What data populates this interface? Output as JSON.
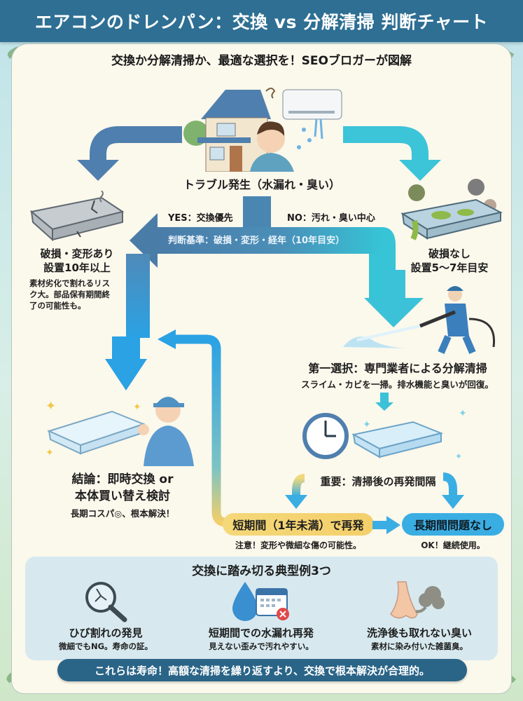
{
  "header": {
    "title": "エアコンのドレンパン：交換 vs 分解清掃 判断チャート",
    "subtitle": "交換か分解清掃か、最適な選択を！SEOブロガーが図解"
  },
  "start": {
    "label": "トラブル発生（水漏れ・臭い）"
  },
  "decision": {
    "yes_label": "YES：交換優先",
    "no_label": "NO：汚れ・臭い中心",
    "criteria": "判断基準：破損・変形・経年（10年目安）"
  },
  "left_branch": {
    "title_line1": "破損・変形あり",
    "title_line2": "設置10年以上",
    "note_line1": "素材劣化で割れるリス",
    "note_line2": "ク大。部品保有期間終",
    "note_line3": "了の可能性も。"
  },
  "right_branch": {
    "title_line1": "破損なし",
    "title_line2": "設置5〜7年目安"
  },
  "cleaning": {
    "title": "第一選択：専門業者による分解清掃",
    "note": "スライム・カビを一掃。排水機能と臭いが回復。"
  },
  "conclusion": {
    "line1": "結論：即時交換 or",
    "line2": "本体買い替え検討",
    "note": "長期コスパ◎、根本解決！"
  },
  "recurrence": {
    "heading": "重要：清掃後の再発間隔",
    "short": {
      "label": "短期間（1年未満）で再発",
      "note": "注意！変形や微細な傷の可能性。"
    },
    "long": {
      "label": "長期間問題なし",
      "note": "OK！継続使用。"
    }
  },
  "examples": {
    "heading": "交換に踏み切る典型例3つ",
    "items": [
      {
        "icon": "magnifier-crack-icon",
        "title": "ひび割れの発見",
        "note": "微細でもNG。寿命の証。"
      },
      {
        "icon": "water-drop-calendar-icon",
        "title": "短期間での水漏れ再発",
        "note": "見えない歪みで汚れやすい。"
      },
      {
        "icon": "nose-smell-icon",
        "title": "洗浄後も取れない臭い",
        "note": "素材に染み付いた雑菌臭。"
      }
    ]
  },
  "footer": {
    "message": "これらは寿命！高額な清掃を繰り返すより、交換で根本解決が合理的。"
  },
  "colors": {
    "title_bar": "#2e6f93",
    "paper": "#fbf8ec",
    "yes_arrow": "#4d7ea8",
    "no_arrow": "#35c3d6",
    "short_pill": "#f3cf6a",
    "long_pill": "#3aaee3",
    "footer_pill": "#2a6487"
  }
}
